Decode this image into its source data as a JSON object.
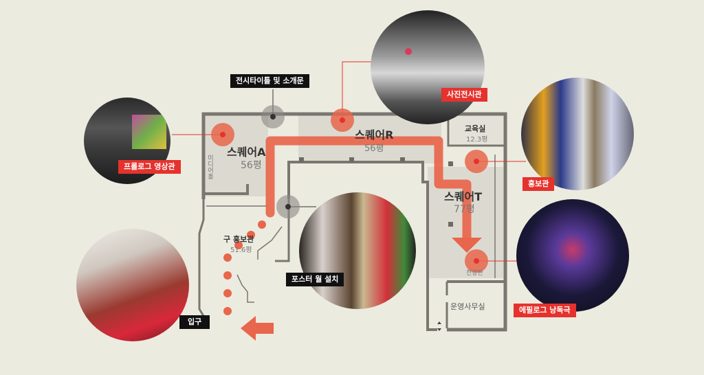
{
  "rooms": {
    "square_a": {
      "name": "스퀘어A",
      "area": "56평"
    },
    "square_r": {
      "name": "스퀘어R",
      "area": "56평"
    },
    "square_t": {
      "name": "스퀘어T",
      "area": "77평"
    },
    "education": {
      "name": "교육실",
      "area": "12.3평"
    },
    "old_pr": {
      "name": "구 홍보관",
      "area": "51.6평"
    },
    "office": {
      "name": "운영사무실"
    },
    "media_hall": {
      "name": "미디어홀"
    },
    "billboard": {
      "name": "전광판"
    }
  },
  "labels": {
    "title_intro": "전시타이틀 및 소개문",
    "photo_hall": "사진전시관",
    "prologue": "프롤로그 영상관",
    "pr_hall": "홍보관",
    "poster_wall": "포스터 월 설치",
    "epilogue": "에필로그 낭독극",
    "entrance": "입구"
  },
  "colors": {
    "accent": "#e5322d",
    "path": "#e8664b",
    "wall": "#7a7670",
    "room_fill": "#dcdad0"
  }
}
